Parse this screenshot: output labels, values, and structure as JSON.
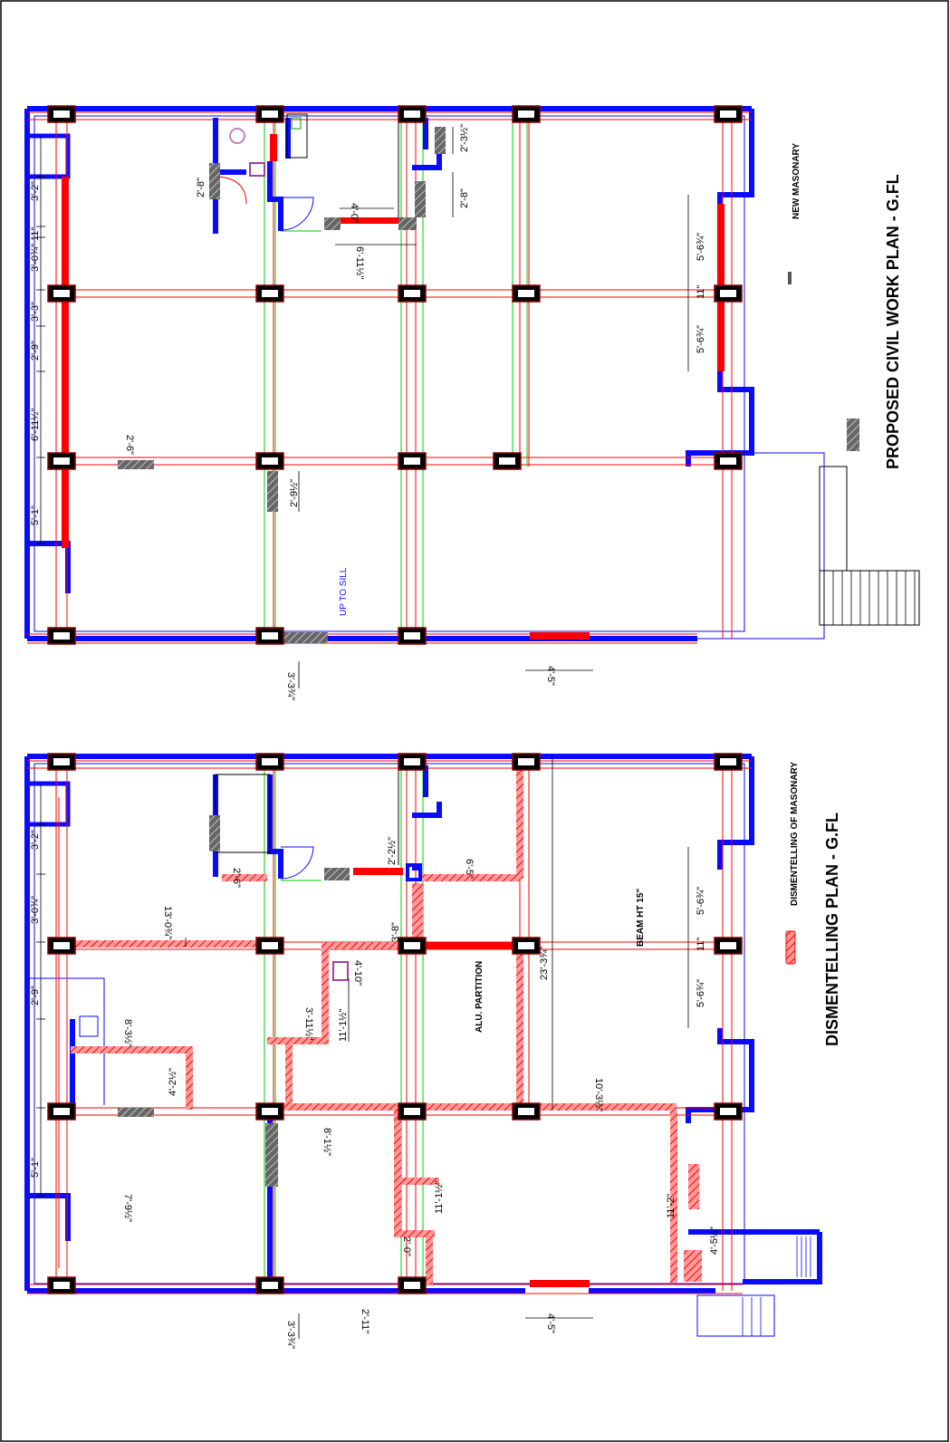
{
  "titles": {
    "proposed": "PROPOSED CIVIL WORK PLAN - G.FL",
    "dismantling": "DISMENTELLING PLAN - G.FL"
  },
  "legend": {
    "new_masonary": "NEW MASONARY",
    "dismantling_masonary": "DISMENTELLING OF MASONARY"
  },
  "colors": {
    "wall": "#0a0aff",
    "column_outer": "#000000",
    "new_masonry": "#ff0000",
    "dismantle": "#ff0000",
    "hatch_grey": "#666666",
    "gridline": "#00c800",
    "dimline": "#ff0000"
  },
  "proposed_plan": {
    "labels": {
      "up_to_sill": "UP TO SILL"
    },
    "dims": {
      "d1": "3'-2\"",
      "d2": "3'-0¾\"",
      "d3": "11\"",
      "d4": "3'-3\"",
      "d5": "2'-9\"",
      "d6": "6'-11½\"",
      "d7": "5'-1\"",
      "d8": "2'-6\"",
      "d9": "2'-9½\"",
      "d10": "4'-0\"",
      "d11": "6'-11½\"",
      "d12": "2'-8\"",
      "d13": "2'-3½\"",
      "d14": "2'-8\"",
      "d15": "5'-6¾\"",
      "d16": "11\"",
      "d17": "5'-6¾\"",
      "d18": "3'-3¾\"",
      "d19": "4'-5\""
    }
  },
  "dismantling_plan": {
    "labels": {
      "alu_partition": "ALU. PARTITION",
      "beam": "BEAM HT 15\""
    },
    "dims": {
      "e1": "3'-2\"",
      "e2": "3'-0¾\"",
      "e3": "2'-9\"",
      "e4": "5'-1\"",
      "e5": "13'-0¾\"",
      "e6": "8'-3½\"",
      "e7": "4'-2½\"",
      "e8": "7'-9½\"",
      "e9": "2'-6\"",
      "e10": "3'-11½\"",
      "e11": "11'-1½\"",
      "e12": "4'-10\"",
      "e13": "8'-1½\"",
      "e14": "11'-1½\"",
      "e15": "2'-0\"",
      "e16": "2'-2½\"",
      "e17": "3'-8\"",
      "e18": "6'-5\"",
      "e19": "23'-3¾\"",
      "e20": "10'-3½\"",
      "e21": "5'-6¾\"",
      "e22": "11\"",
      "e23": "5'-6¾\"",
      "e24": "11'-2\"",
      "e25": "4'-5½\"",
      "e26": "3'-3¾\"",
      "e27": "2'-11\"",
      "e28": "4'-5\""
    }
  }
}
